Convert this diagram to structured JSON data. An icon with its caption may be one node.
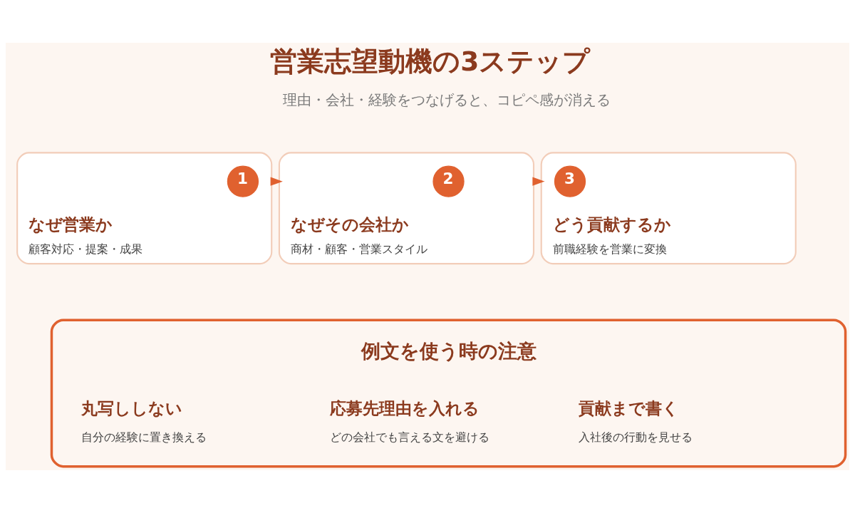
{
  "diagram": {
    "title": "営業志望動機の3ステップ",
    "nodes": [
      {
        "text": [
          "なぜ営業か",
          "顧客対応・提案・成果"
        ]
      },
      {
        "text": [
          "1"
        ],
        "in": 0
      },
      {
        "text": [
          "なぜその会社か",
          "商材・顧客・営業スタイル"
        ]
      },
      {
        "text": [
          "2"
        ],
        "in": 2
      },
      {
        "text": [
          "どう貢献するか",
          "前職経験を営業に変換"
        ]
      },
      {
        "text": [
          "3"
        ],
        "in": 4
      },
      {
        "text": [
          "例文を使う時の注意",
          "丸写ししない",
          "自分の経験に置き換える",
          "応募先理由を入れる",
          "どの会社でも言える文を避ける",
          "貢献まで書く",
          "入社後の行動を見せる"
        ]
      }
    ],
    "edges": [
      {
        "from": 0,
        "to": 2,
        "arrow": "to"
      },
      {
        "from": 2,
        "to": 4,
        "arrow": "to"
      }
    ],
    "labels": [
      "理由・会社・経験をつなげると、コピペ感が消える"
    ]
  }
}
